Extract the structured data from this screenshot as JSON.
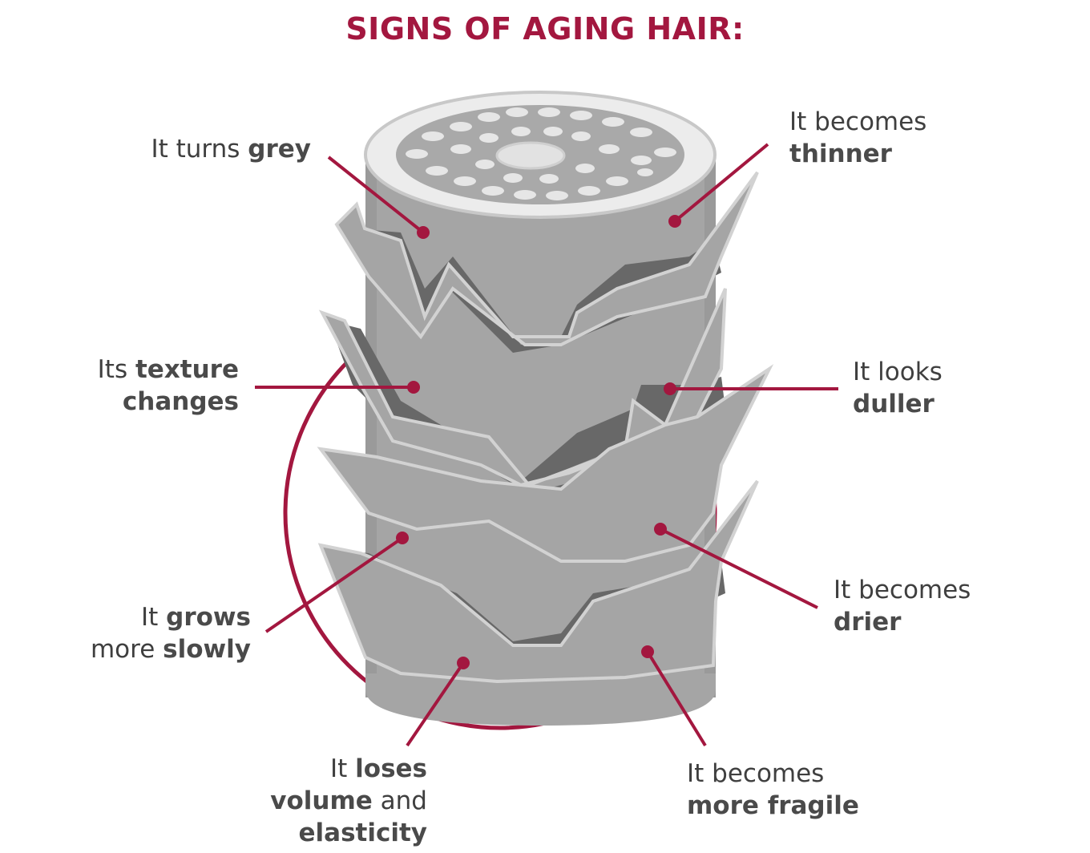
{
  "title": "SIGNS OF AGING HAIR:",
  "colors": {
    "accent": "#a3173f",
    "hair_light": "#a5a5a5",
    "hair_dark": "#686868",
    "hair_edge": "#d2d2d2",
    "cortex": "#d9d9d9",
    "text": "#3f3f3f"
  },
  "labels": {
    "grey": {
      "pre": "It turns ",
      "bold": "grey"
    },
    "thinner": {
      "l1": "It becomes",
      "bold": "thinner"
    },
    "texture": {
      "pre": "Its ",
      "bold1": "texture",
      "bold2": "changes"
    },
    "duller": {
      "l1": "It looks",
      "bold": "duller"
    },
    "slowly": {
      "pre": "It ",
      "bold1": "grows",
      "pre2": "more ",
      "bold2": "slowly"
    },
    "drier": {
      "l1": "It becomes",
      "bold": "drier"
    },
    "volume": {
      "pre": "It ",
      "bold1": "loses",
      "bold2": "volume",
      "mid": " and",
      "bold3": "elasticity"
    },
    "fragile": {
      "l1": "It becomes",
      "bold": "more fragile"
    }
  }
}
